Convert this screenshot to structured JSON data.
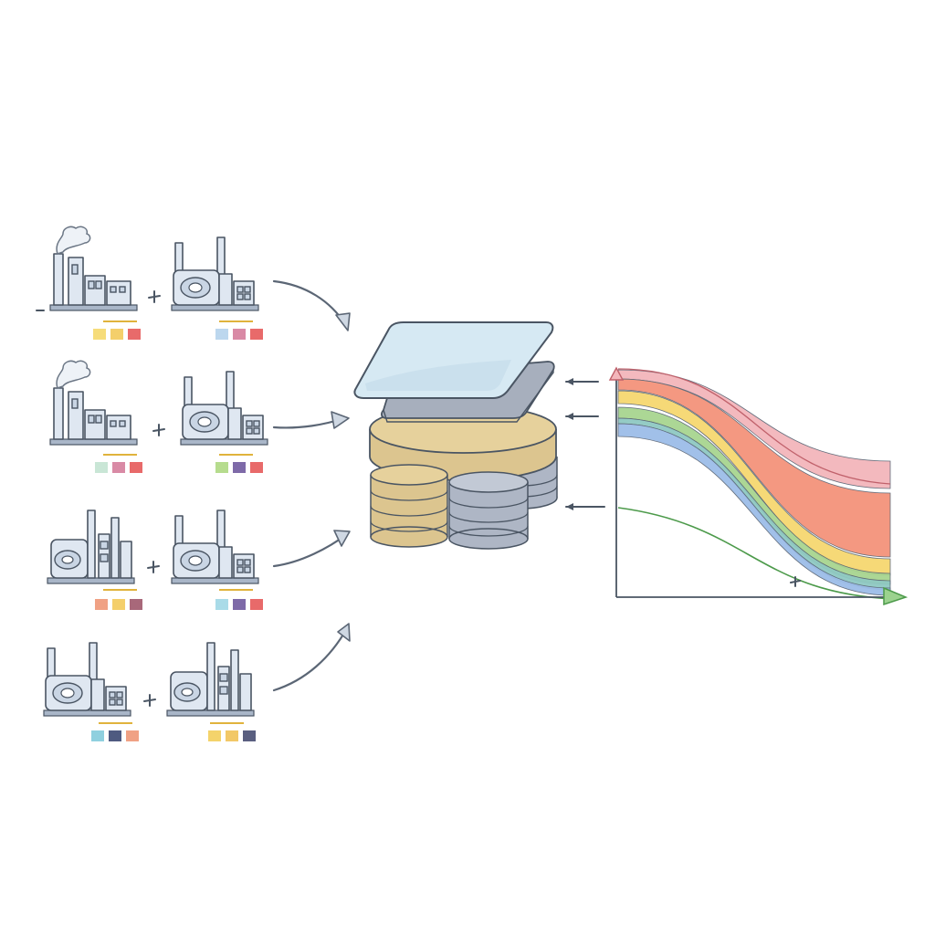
{
  "diagram": {
    "factory_groups": [
      {
        "id": "row-1",
        "swatches_left": [
          "#f6dc7a",
          "#f4cf6b",
          "#e86a6a"
        ],
        "swatches_right": [
          "#bcd7ee",
          "#d98aa5",
          "#e86a6a"
        ]
      },
      {
        "id": "row-2",
        "swatches_left": [
          "#c9e6d6",
          "#d98aa5",
          "#e86a6a"
        ],
        "swatches_right": [
          "#b6dc8e",
          "#7e6aa8",
          "#e86a6a"
        ]
      },
      {
        "id": "row-3",
        "swatches_left": [
          "#f0a184",
          "#f4cf6b",
          "#a8687a"
        ],
        "swatches_right": [
          "#a9dbe8",
          "#7e6aa8",
          "#e86a6a"
        ]
      },
      {
        "id": "row-4",
        "swatches_left": [
          "#8fd0df",
          "#4f5a80",
          "#f0a184"
        ],
        "swatches_right": [
          "#f4d36b",
          "#f2c867",
          "#5a5f80"
        ]
      }
    ],
    "central_stack": {
      "top_plate_color": "#d6e9f3",
      "second_plate_color": "#a7afbd",
      "gold_disk_color": "#dcc58f",
      "gray_disk_color": "#aeb6c5"
    },
    "chart": {
      "bands": [
        {
          "color": "#f3b6bb"
        },
        {
          "color": "#f4937b"
        },
        {
          "color": "#f6d870"
        },
        {
          "color": "#a8d590"
        },
        {
          "color": "#8fc9c2"
        },
        {
          "color": "#9cbde8"
        }
      ],
      "low_curve_color": "#4c9a4a",
      "axis_color": "#4a5563"
    }
  }
}
